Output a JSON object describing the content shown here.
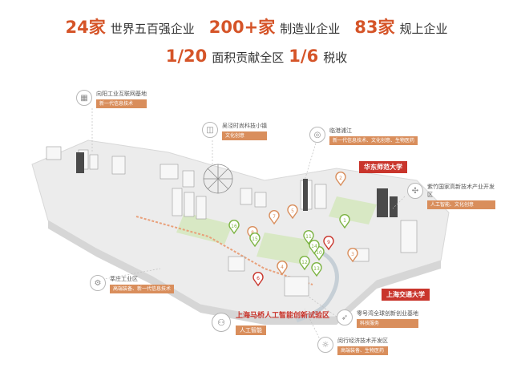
{
  "headline": {
    "line1": [
      {
        "num": "24家",
        "text": "世界五百强企业"
      },
      {
        "num": "200+家",
        "text": "制造业企业"
      },
      {
        "num": "83家",
        "text": "规上企业"
      }
    ],
    "line2": [
      {
        "num": "1/20",
        "text": "面积贡献全区"
      },
      {
        "num": "1/6",
        "text": "税收"
      }
    ]
  },
  "annotations": [
    {
      "name": "向阳工业互联网基地",
      "tag": "新一代信息技术",
      "icon": "building-icon"
    },
    {
      "name": "吴泾时尚科技小镇",
      "tag": "文化创意",
      "icon": "shirt-icon"
    },
    {
      "name": "临港浦江",
      "tag": "新一代信息技术、文化创意、生物医药",
      "icon": "globe-icon"
    },
    {
      "name": "紫竹国家高新技术产业开发区",
      "tag": "人工智能、文化创意",
      "icon": "network-icon"
    },
    {
      "name": "莘庄工业区",
      "tag": "高端装备、新一代信息技术",
      "icon": "gear-icon"
    },
    {
      "name": "零号湾全球创新创业基地",
      "tag": "科技服务",
      "icon": "rocket-icon"
    },
    {
      "name": "闵行经济技术开发区",
      "tag": "高端装备、生物医药",
      "icon": "bulb-icon"
    }
  ],
  "callouts": {
    "ecnu": "华东师范大学",
    "sjtu": "上海交通大学"
  },
  "featured": {
    "name": "上海马桥人工智能创新试验区",
    "tag": "人工智能",
    "icon": "robot-icon"
  },
  "markers": [
    "1",
    "2",
    "3",
    "4",
    "5",
    "6",
    "7",
    "8",
    "9",
    "10",
    "11",
    "12",
    "13",
    "14",
    "15",
    "16"
  ],
  "colors": {
    "accent": "#d55428",
    "tag": "#d98e5c",
    "callout": "#c9352c",
    "marker": "#7cb342"
  }
}
